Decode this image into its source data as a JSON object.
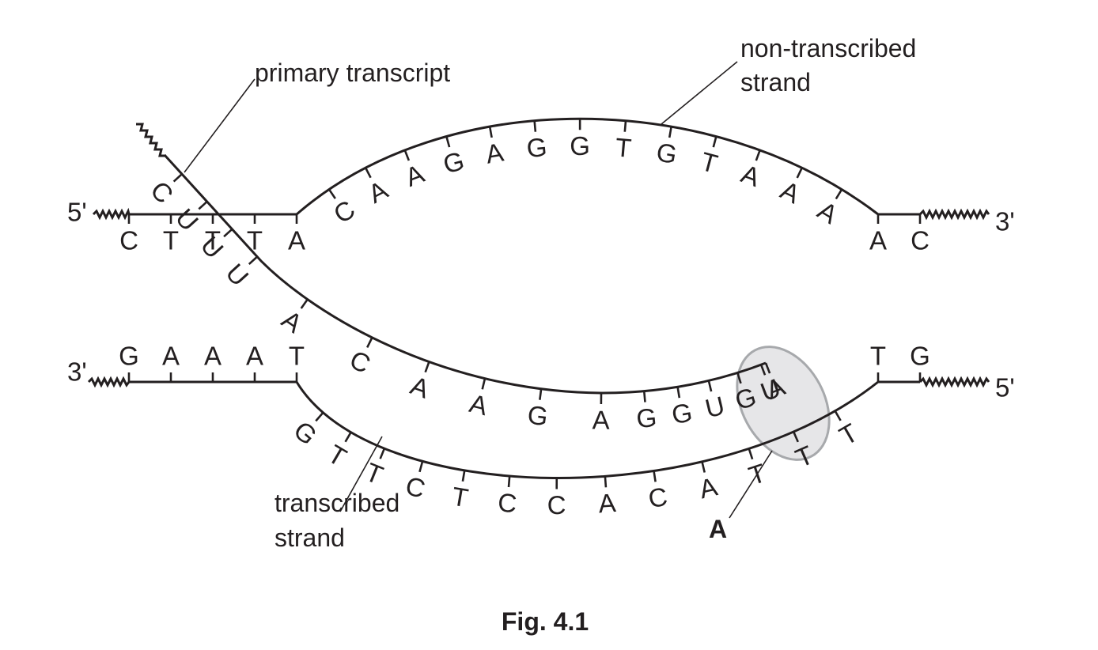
{
  "figure": {
    "caption": "Fig. 4.1",
    "labels": {
      "primary_transcript": "primary transcript",
      "non_transcribed_1": "non-transcribed",
      "non_transcribed_2": "strand",
      "transcribed_1": "transcribed",
      "transcribed_2": "strand",
      "region_A": "A"
    },
    "ends": {
      "top_left": "5'",
      "top_right": "3'",
      "bottom_left": "3'",
      "bottom_right": "5'"
    },
    "non_transcribed_strand": {
      "left_bases": [
        "C",
        "T",
        "T",
        "T",
        "A"
      ],
      "arc_bases": [
        "C",
        "A",
        "A",
        "G",
        "A",
        "G",
        "G",
        "T",
        "G",
        "T",
        "A",
        "A",
        "A"
      ],
      "right_bases": [
        "A",
        "C"
      ]
    },
    "transcribed_strand": {
      "left_bases": [
        "G",
        "A",
        "A",
        "A",
        "T"
      ],
      "arc_bases": [
        "G",
        "T",
        "T",
        "C",
        "T",
        "C",
        "C",
        "A",
        "C",
        "A",
        "T",
        "T",
        "T"
      ],
      "right_bases": [
        "T",
        "G"
      ]
    },
    "primary_transcript": {
      "bases": [
        "C",
        "U",
        "U",
        "U",
        "A",
        "C",
        "A",
        "A",
        "G",
        "A",
        "G",
        "G",
        "U",
        "G",
        "U",
        "A"
      ]
    },
    "highlight_color": "#e6e6e8"
  }
}
